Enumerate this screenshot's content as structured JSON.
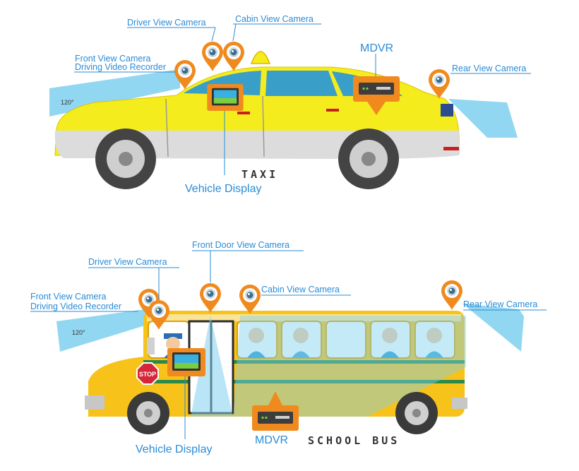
{
  "taxi": {
    "name": "TAXI",
    "fov": "120°",
    "labels": {
      "driver_view_camera": "Driver View Camera",
      "cabin_view_camera": "Cabin View Camera",
      "front_view_camera": "Front View Camera",
      "driving_video_recorder": "Driving Video Recorder",
      "mdvr": "MDVR",
      "rear_view_camera": "Rear View Camera",
      "vehicle_display": "Vehicle Display"
    }
  },
  "bus": {
    "name": "SCHOOL BUS",
    "fov": "120°",
    "stop_sign": "STOP",
    "labels": {
      "front_door_view_camera": "Front Door View Camera",
      "driver_view_camera": "Driver View Camera",
      "front_view_camera": "Front View Camera",
      "driving_video_recorder": "Driving Video Recorder",
      "cabin_view_camera": "Cabin View Camera",
      "rear_view_camera": "Rear View Camera",
      "vehicle_display": "Vehicle Display",
      "mdvr": "MDVR"
    }
  },
  "colors": {
    "label_blue": "#2a8bd6",
    "pin_orange": "#f08a1f",
    "taxi_yellow": "#f5ec1e",
    "bus_yellow": "#f7c21a",
    "fov_blue": "#7fd0ee"
  }
}
